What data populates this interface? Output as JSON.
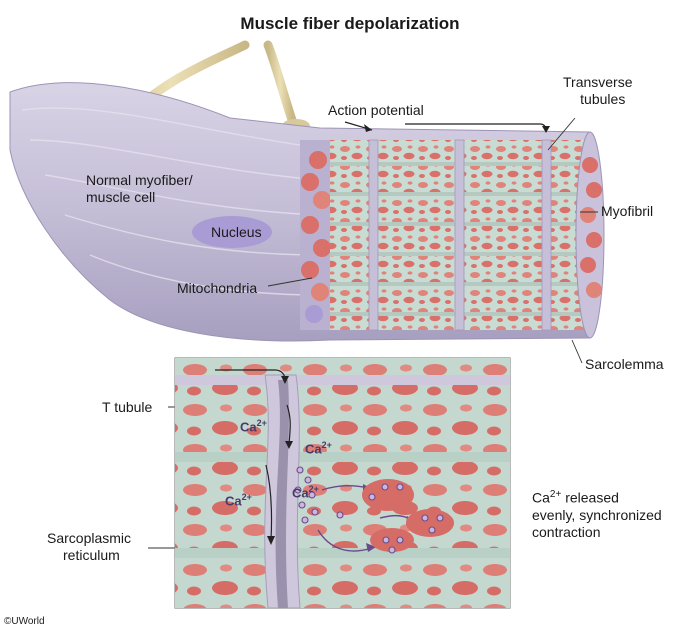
{
  "title": "Muscle fiber depolarization",
  "labels": {
    "action_potential": "Action potential",
    "transverse_tubules_1": "Transverse",
    "transverse_tubules_2": "tubules",
    "normal_myofiber_1": "Normal myofiber/",
    "normal_myofiber_2": "muscle cell",
    "nucleus": "Nucleus",
    "myofibril": "Myofibril",
    "mitochondria": "Mitochondria",
    "sarcolemma": "Sarcolemma",
    "t_tubule": "T tubule",
    "sarcoplasmic_1": "Sarcoplasmic",
    "sarcoplasmic_2": "reticulum",
    "release_1_prefix": "Ca",
    "release_1_sup": "2+",
    "release_1_suffix": " released",
    "release_2": "evenly, synchronized",
    "release_3": "contraction"
  },
  "calcium": {
    "base": "Ca",
    "charge": "2+"
  },
  "copyright": "©UWorld",
  "colors": {
    "membrane": "#cfc8dc",
    "reticulum": "#c9dcd4",
    "myofibril": "#d9706a",
    "nerve": "#d8c99a",
    "nucleus": "#a99bd4",
    "calcium": "#8a6aaa"
  }
}
